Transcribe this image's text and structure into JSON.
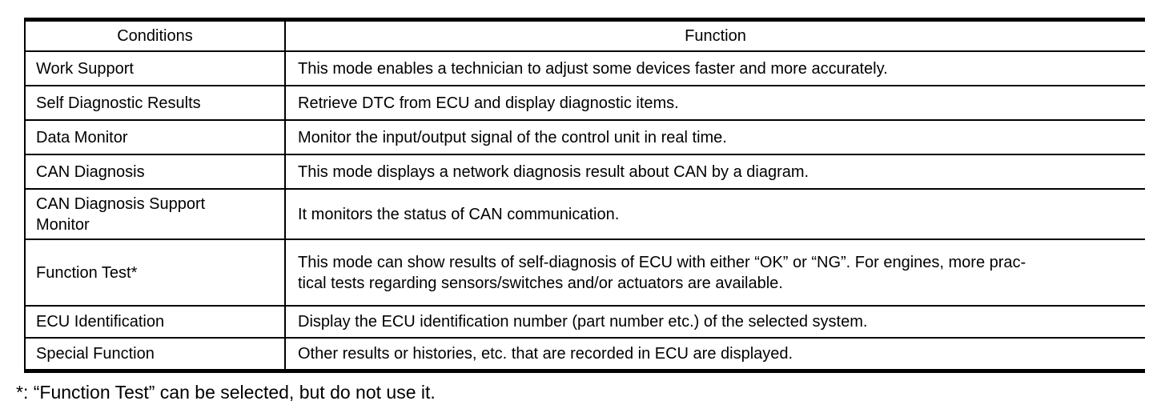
{
  "table": {
    "headers": {
      "conditions": "Conditions",
      "function": "Function"
    },
    "rows": [
      {
        "condition": "Work Support",
        "function": "This mode enables a technician to adjust some devices faster and more accurately."
      },
      {
        "condition": "Self Diagnostic Results",
        "function": "Retrieve DTC from ECU and display diagnostic items."
      },
      {
        "condition": "Data Monitor",
        "function": "Monitor the input/output signal of the control unit in real time."
      },
      {
        "condition": "CAN Diagnosis",
        "function": "This mode displays a network diagnosis result about CAN by a diagram."
      },
      {
        "condition": "CAN Diagnosis Support\nMonitor",
        "function": "It monitors the status of CAN communication."
      },
      {
        "condition": "Function Test*",
        "function": "This mode can show results of self-diagnosis of ECU with either “OK” or “NG”. For engines, more prac-\ntical tests regarding sensors/switches and/or actuators are available."
      },
      {
        "condition": "ECU Identification",
        "function": "Display the ECU identification number (part number etc.) of the selected system."
      },
      {
        "condition": "Special Function",
        "function": "Other results or histories, etc. that are recorded in ECU are displayed."
      }
    ],
    "footnote": "*: “Function Test” can be selected, but do not use it."
  }
}
